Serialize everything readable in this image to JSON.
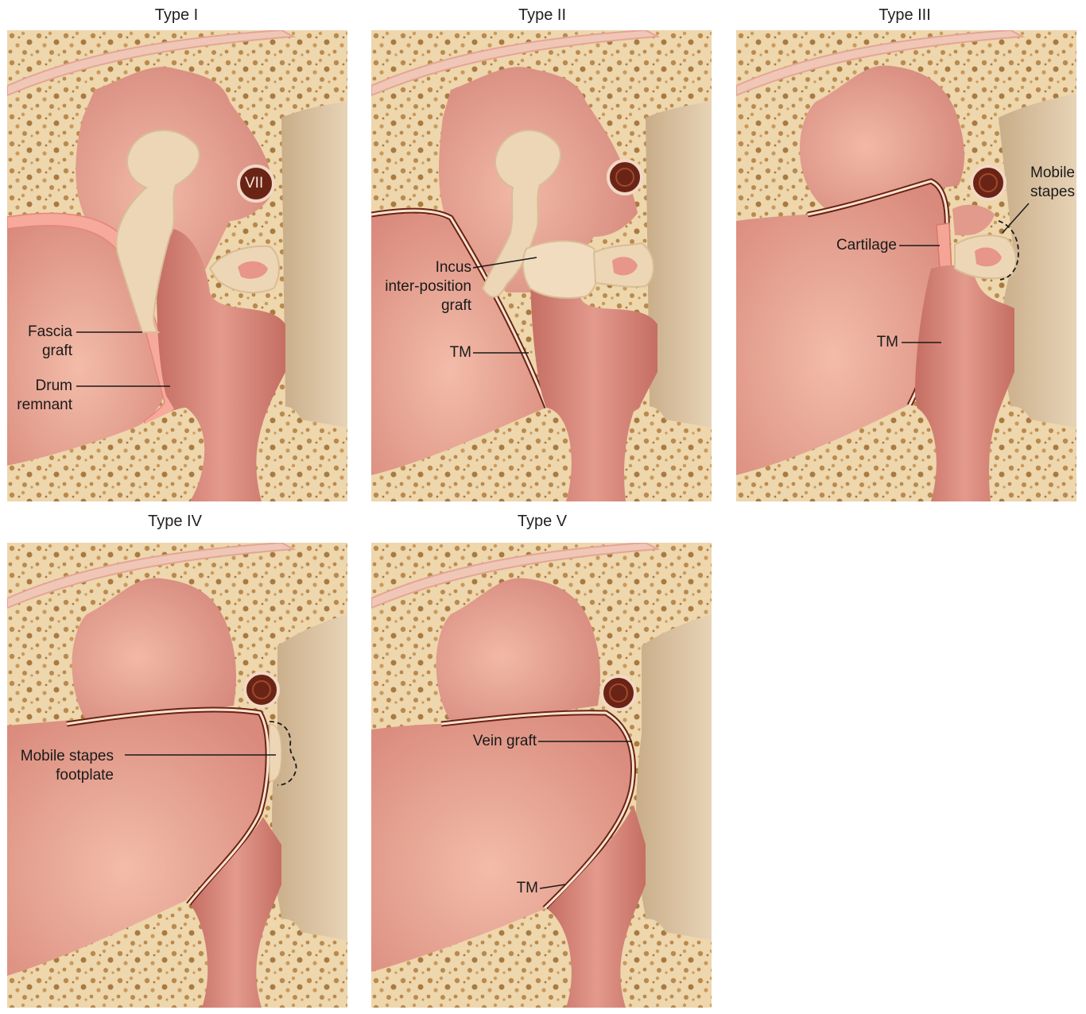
{
  "titles": {
    "t1": "Type I",
    "t2": "Type II",
    "t3": "Type III",
    "t4": "Type IV",
    "t5": "Type V"
  },
  "labels": {
    "p1_fascia_1": "Fascia",
    "p1_fascia_2": "graft",
    "p1_drum_1": "Drum",
    "p1_drum_2": "remnant",
    "p1_vii": "VII",
    "p2_incus_1": "Incus",
    "p2_incus_2": "inter-position",
    "p2_incus_3": "graft",
    "p2_tm": "TM",
    "p3_mobile_1": "Mobile",
    "p3_mobile_2": "stapes",
    "p3_cartilage": "Cartilage",
    "p3_tm": "TM",
    "p4_mobile_1": "Mobile stapes",
    "p4_mobile_2": "footplate",
    "p5_vein": "Vein graft",
    "p5_tm": "TM"
  },
  "colors": {
    "bone": "#e9cfa5",
    "bone_dot": "#b98a4e",
    "cavity": "#d98c80",
    "cavity_light": "#efb2a2",
    "membrane": "#fbe3d0",
    "ossicle": "#ecd6b6",
    "nerve": "#6a2416",
    "inner": "#d9c2a0",
    "line": "#1a1a1a"
  }
}
